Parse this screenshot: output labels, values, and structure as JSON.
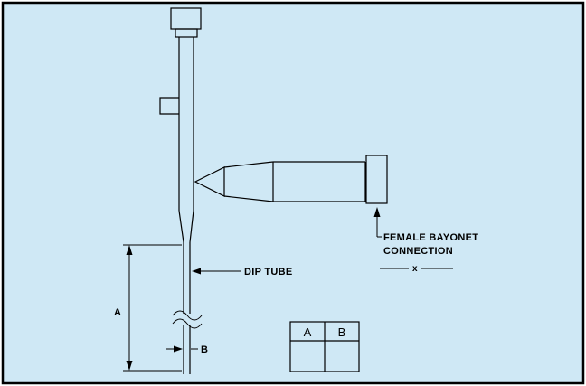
{
  "colors": {
    "background": "#cfe8f5",
    "line": "#000000"
  },
  "labels": {
    "dip_tube": "DIP TUBE",
    "female_bayonet_line1": "FEMALE BAYONET",
    "female_bayonet_line2": "CONNECTION",
    "blank_x": "x"
  },
  "dims": {
    "a": "A",
    "b": "B"
  },
  "table": {
    "headers": [
      "A",
      "B"
    ]
  }
}
